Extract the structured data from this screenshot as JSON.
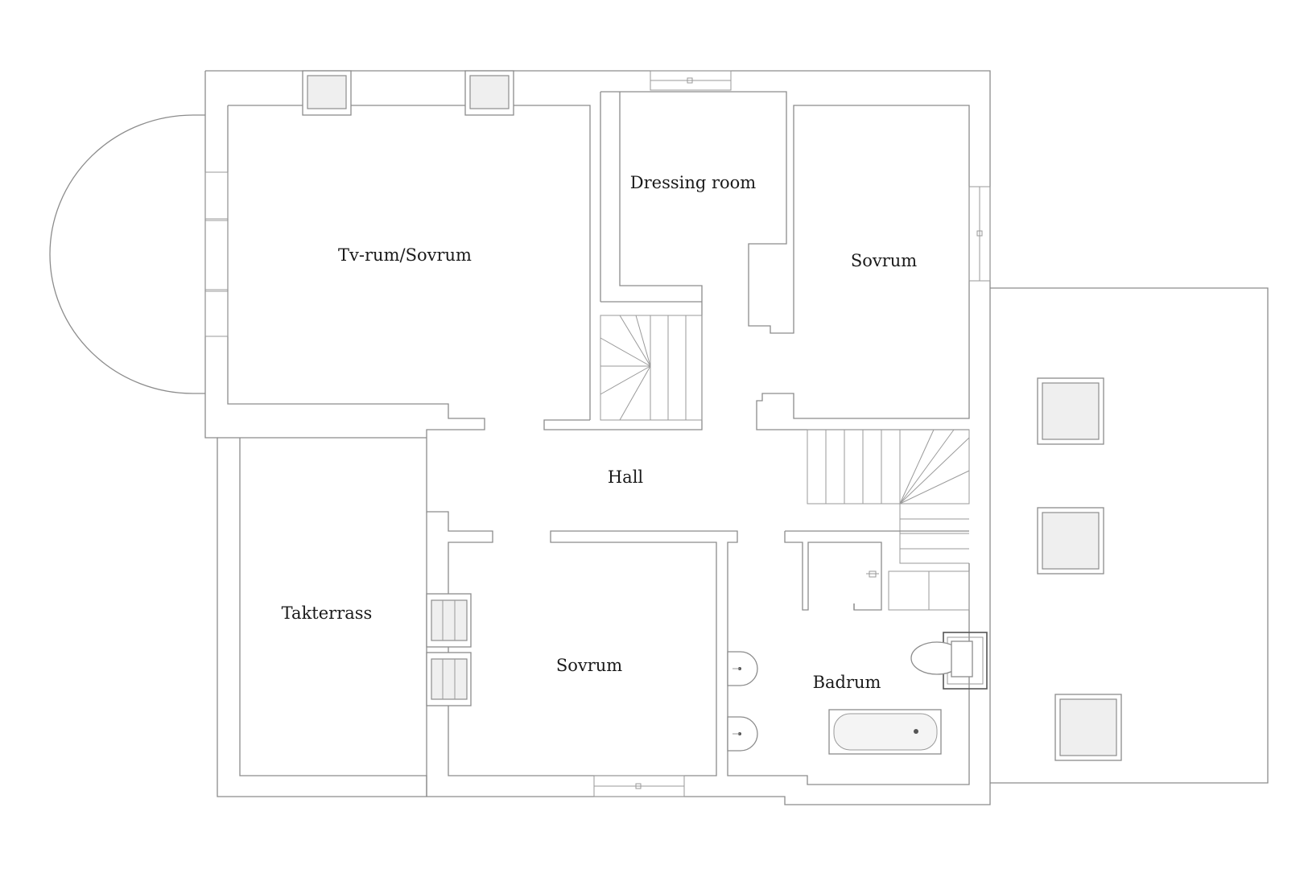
{
  "rooms": {
    "tv_room": "Tv-rum/Sovrum",
    "dressing_room": "Dressing room",
    "bedroom_east": "Sovrum",
    "hall": "Hall",
    "roof_terrace": "Takterrass",
    "bedroom_south": "Sovrum",
    "bathroom": "Badrum"
  }
}
